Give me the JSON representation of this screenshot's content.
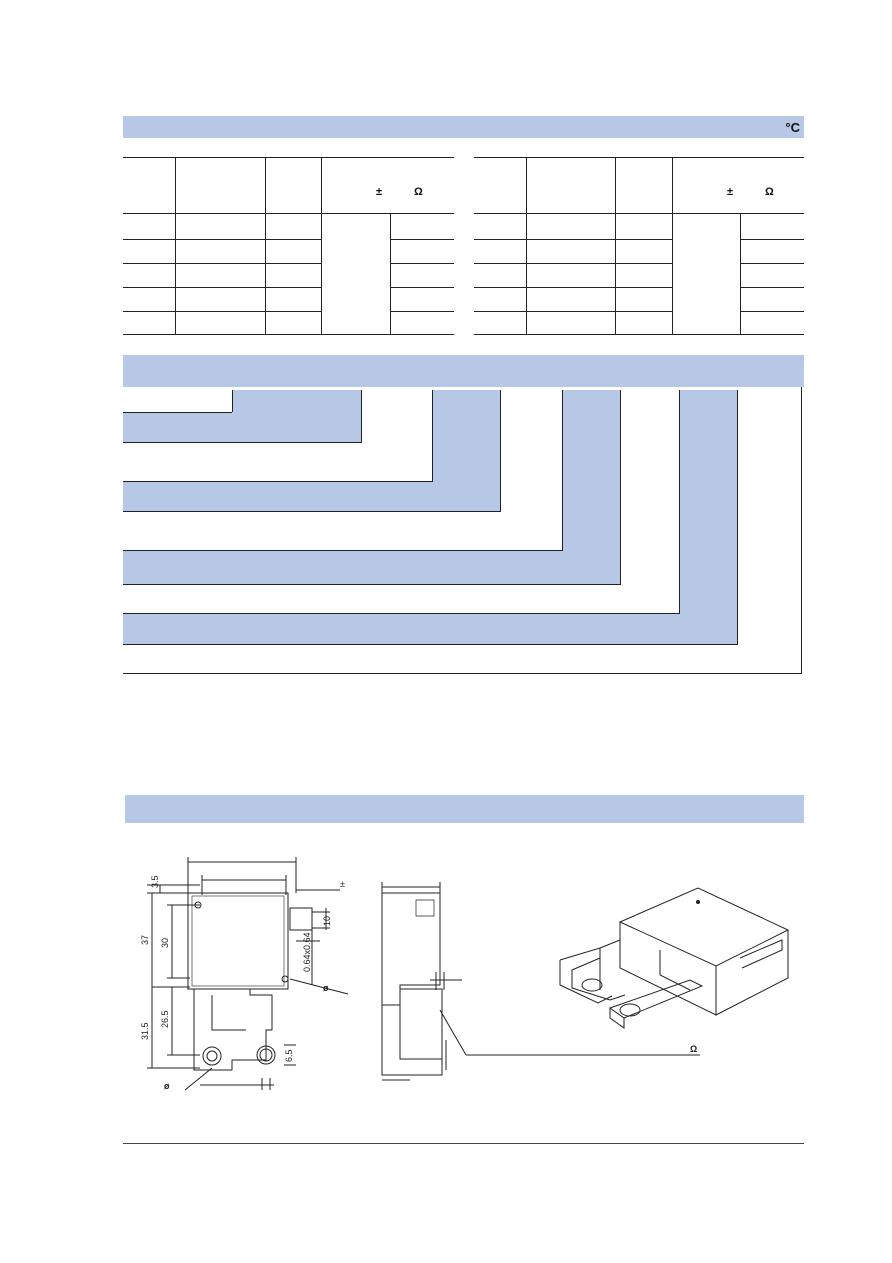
{
  "section1": {
    "unit": "°C"
  },
  "coil_table_left": {
    "tol_symbol": "±",
    "ohm_symbol": "Ω"
  },
  "coil_table_right": {
    "tol_symbol": "±",
    "ohm_symbol": "Ω"
  },
  "dimensions": {
    "labels": [
      "3.5",
      "37",
      "30",
      "31.5",
      "26.5",
      "10",
      "0.64x0.64",
      "6.5"
    ],
    "diameter_symbol": "ø",
    "tolerance_symbol": "±",
    "ohm_symbol": "Ω"
  }
}
